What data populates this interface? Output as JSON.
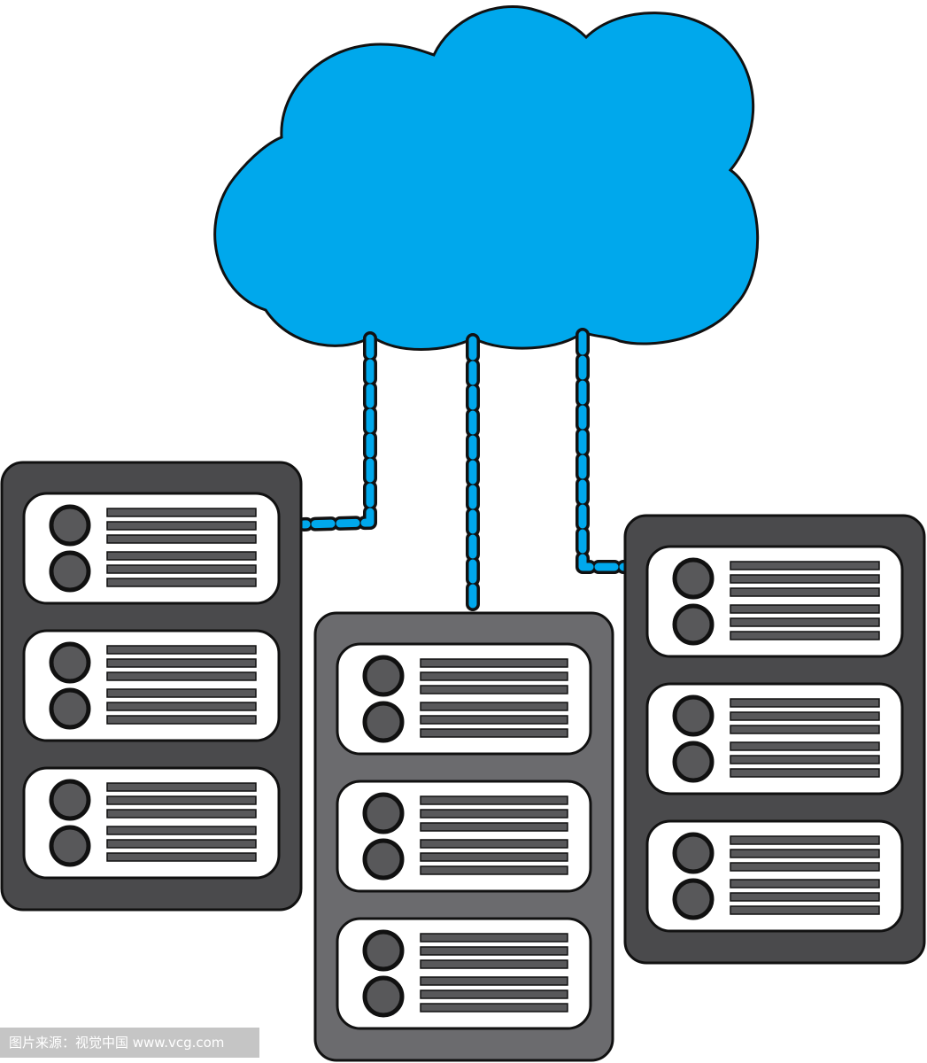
{
  "illustration": {
    "subject": "cloud-connected-server-racks",
    "colors": {
      "cloud_fill": "#00a8ec",
      "outline": "#111111",
      "rack_dark": "#4a4a4c",
      "rack_mid": "#6b6b6e",
      "panel_fill": "#ffffff",
      "button_fill": "#58585a",
      "slot_fill": "#58585a",
      "connector_fill": "#00a8ec"
    },
    "racks": [
      {
        "id": "left",
        "units": 3
      },
      {
        "id": "center",
        "units": 3
      },
      {
        "id": "right",
        "units": 3
      }
    ],
    "icons": [
      "cloud-icon",
      "server-rack-icon",
      "network-connector-icon"
    ]
  },
  "watermark": {
    "text": "图片来源：视觉中国 www.vcg.com"
  }
}
